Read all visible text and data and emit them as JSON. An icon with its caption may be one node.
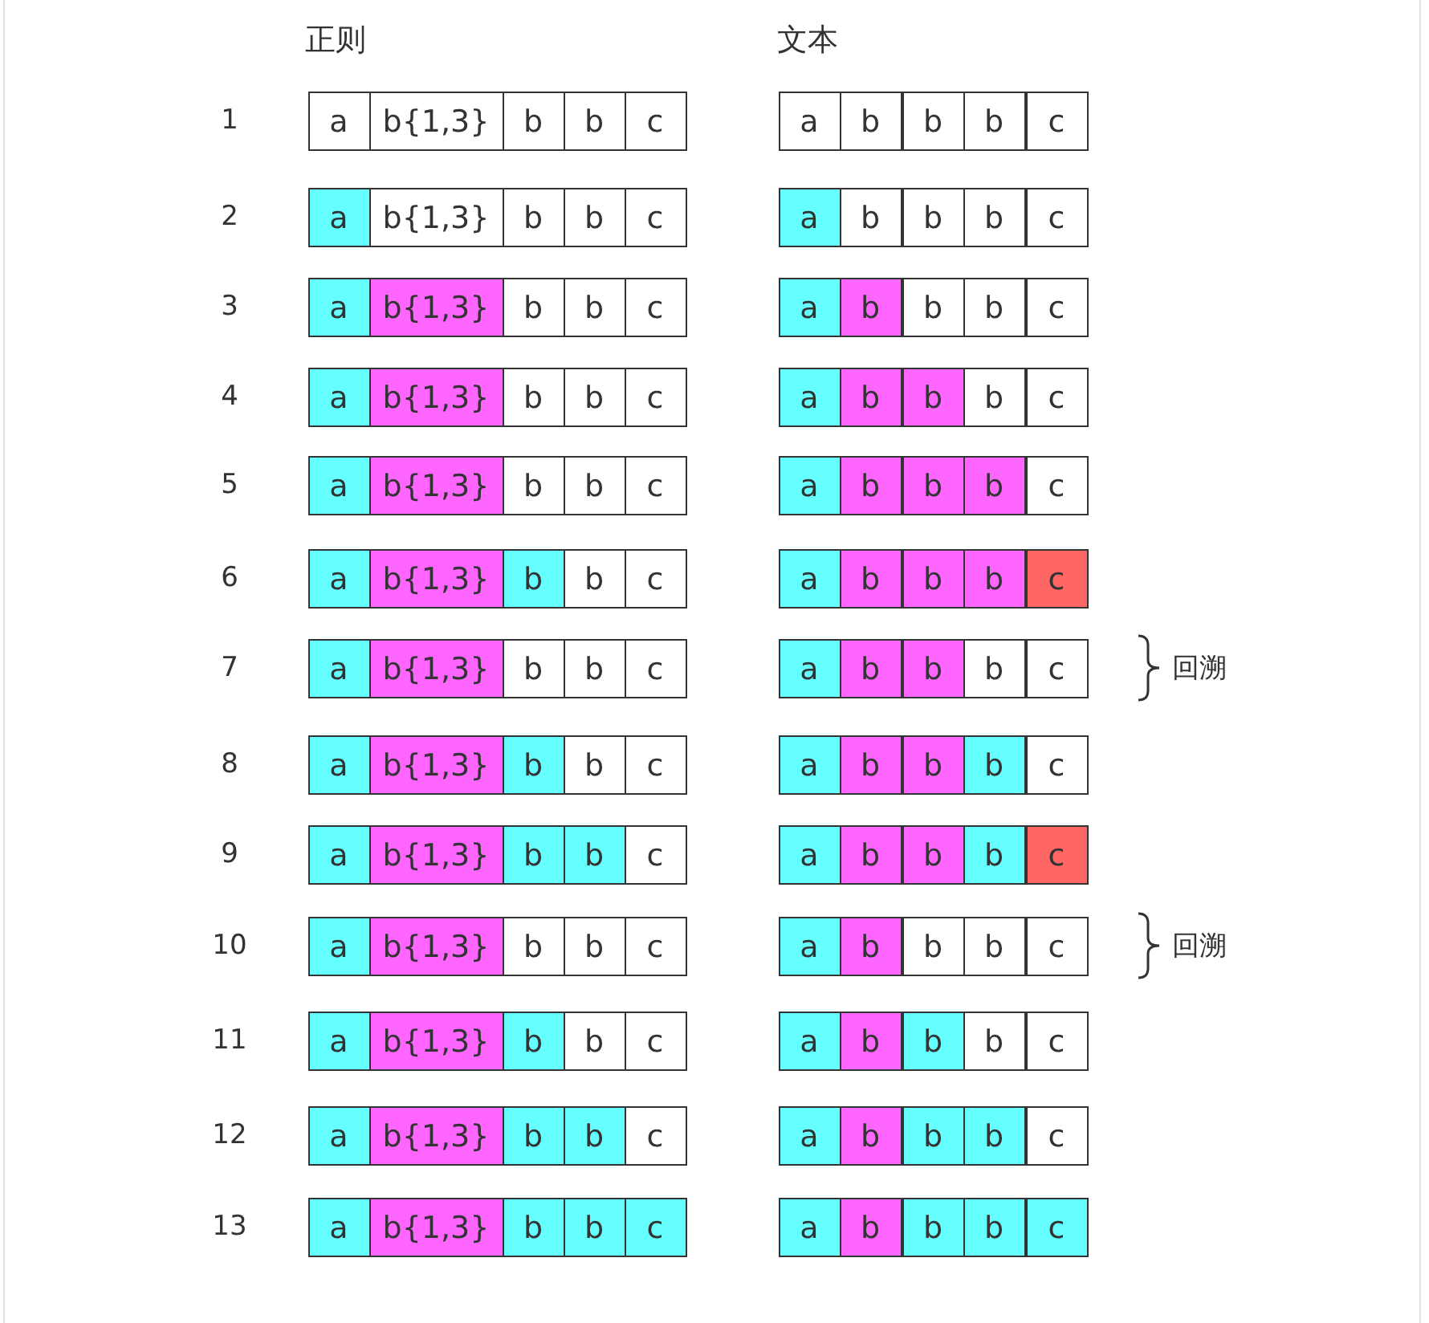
{
  "diagram": {
    "nodes": [
      {
        "text": [
          "a"
        ]
      },
      {
        "text": [
          "b{1,3}"
        ]
      },
      {
        "text": [
          "b"
        ]
      },
      {
        "text": [
          "b"
        ]
      },
      {
        "text": [
          "c"
        ]
      },
      {
        "text": [
          "a"
        ]
      },
      {
        "text": [
          "b"
        ]
      },
      {
        "text": [
          "b"
        ]
      },
      {
        "text": [
          "b"
        ]
      },
      {
        "text": [
          "c"
        ]
      },
      {
        "text": [
          "a"
        ]
      },
      {
        "text": [
          "b{1,3}"
        ]
      },
      {
        "text": [
          "b"
        ]
      },
      {
        "text": [
          "b"
        ]
      },
      {
        "text": [
          "c"
        ]
      },
      {
        "text": [
          "a"
        ]
      },
      {
        "text": [
          "b"
        ]
      },
      {
        "text": [
          "b"
        ]
      },
      {
        "text": [
          "b"
        ]
      },
      {
        "text": [
          "c"
        ]
      },
      {
        "text": [
          "a"
        ]
      },
      {
        "text": [
          "b{1,3}"
        ]
      },
      {
        "text": [
          "b"
        ]
      },
      {
        "text": [
          "b"
        ]
      },
      {
        "text": [
          "c"
        ]
      },
      {
        "text": [
          "a"
        ]
      },
      {
        "text": [
          "b"
        ]
      },
      {
        "text": [
          "b"
        ]
      },
      {
        "text": [
          "b"
        ]
      },
      {
        "text": [
          "c"
        ]
      },
      {
        "text": [
          "a"
        ]
      },
      {
        "text": [
          "b{1,3}"
        ]
      },
      {
        "text": [
          "b"
        ]
      },
      {
        "text": [
          "b"
        ]
      },
      {
        "text": [
          "c"
        ]
      },
      {
        "text": [
          "a"
        ]
      },
      {
        "text": [
          "b"
        ]
      },
      {
        "text": [
          "b"
        ]
      },
      {
        "text": [
          "b"
        ]
      },
      {
        "text": [
          "c"
        ]
      },
      {
        "text": [
          "a"
        ]
      },
      {
        "text": [
          "b{1,3}"
        ]
      },
      {
        "text": [
          "b"
        ]
      },
      {
        "text": [
          "b"
        ]
      },
      {
        "text": [
          "c"
        ]
      },
      {
        "text": [
          "a"
        ]
      },
      {
        "text": [
          "b"
        ]
      },
      {
        "text": [
          "b"
        ]
      },
      {
        "text": [
          "b"
        ]
      },
      {
        "text": [
          "c"
        ]
      },
      {
        "text": [
          "a"
        ]
      },
      {
        "text": [
          "b{1,3}"
        ]
      },
      {
        "text": [
          "b"
        ]
      },
      {
        "text": [
          "b"
        ]
      },
      {
        "text": [
          "c"
        ]
      },
      {
        "text": [
          "a"
        ]
      },
      {
        "text": [
          "b"
        ]
      },
      {
        "text": [
          "b"
        ]
      },
      {
        "text": [
          "b"
        ]
      },
      {
        "text": [
          "c"
        ]
      },
      {
        "text": [
          "a"
        ]
      },
      {
        "text": [
          "b{1,3}"
        ]
      },
      {
        "text": [
          "b"
        ]
      },
      {
        "text": [
          "b"
        ]
      },
      {
        "text": [
          "c"
        ]
      },
      {
        "text": [
          "a"
        ]
      },
      {
        "text": [
          "b"
        ]
      },
      {
        "text": [
          "b"
        ]
      },
      {
        "text": [
          "b"
        ]
      },
      {
        "text": [
          "c"
        ]
      },
      {
        "text": [
          "a"
        ]
      },
      {
        "text": [
          "b{1,3}"
        ]
      },
      {
        "text": [
          "b"
        ]
      },
      {
        "text": [
          "b"
        ]
      },
      {
        "text": [
          "c"
        ]
      },
      {
        "text": [
          "a"
        ]
      },
      {
        "text": [
          "b"
        ]
      },
      {
        "text": [
          "b"
        ]
      },
      {
        "text": [
          "b"
        ]
      },
      {
        "text": [
          "c"
        ]
      },
      {
        "text": [
          "a"
        ]
      },
      {
        "text": [
          "b{1,3}"
        ]
      },
      {
        "text": [
          "b"
        ]
      },
      {
        "text": [
          "b"
        ]
      },
      {
        "text": [
          "c"
        ]
      },
      {
        "text": [
          "a"
        ]
      },
      {
        "text": [
          "b"
        ]
      },
      {
        "text": [
          "b"
        ]
      },
      {
        "text": [
          "b"
        ]
      },
      {
        "text": [
          "c"
        ]
      },
      {
        "text": [
          "a"
        ]
      },
      {
        "text": [
          "b{1,3}"
        ]
      },
      {
        "text": [
          "b"
        ]
      },
      {
        "text": [
          "b"
        ]
      },
      {
        "text": [
          "c"
        ]
      },
      {
        "text": [
          "a"
        ]
      },
      {
        "text": [
          "b"
        ]
      },
      {
        "text": [
          "b"
        ]
      },
      {
        "text": [
          "b"
        ]
      },
      {
        "text": [
          "c"
        ]
      },
      {
        "text": [
          "a"
        ]
      },
      {
        "text": [
          "b{1,3}"
        ]
      },
      {
        "text": [
          "b"
        ]
      },
      {
        "text": [
          "b"
        ]
      },
      {
        "text": [
          "c"
        ]
      },
      {
        "text": [
          "a"
        ]
      },
      {
        "text": [
          "b"
        ]
      },
      {
        "text": [
          "b"
        ]
      },
      {
        "text": [
          "b"
        ]
      },
      {
        "text": [
          "c"
        ]
      },
      {
        "text": [
          "a"
        ]
      },
      {
        "text": [
          "b{1,3}"
        ]
      },
      {
        "text": [
          "b"
        ]
      },
      {
        "text": [
          "b"
        ]
      },
      {
        "text": [
          "c"
        ]
      },
      {
        "text": [
          "a"
        ]
      },
      {
        "text": [
          "b"
        ]
      },
      {
        "text": [
          "b"
        ]
      },
      {
        "text": [
          "b"
        ]
      },
      {
        "text": [
          "c"
        ]
      },
      {
        "text": [
          "a"
        ]
      },
      {
        "text": [
          "b{1,3}"
        ]
      },
      {
        "text": [
          "b"
        ]
      },
      {
        "text": [
          "b"
        ]
      },
      {
        "text": [
          "c"
        ]
      },
      {
        "text": [
          "a"
        ]
      },
      {
        "text": [
          "b"
        ]
      },
      {
        "text": [
          "b"
        ]
      },
      {
        "text": [
          "b"
        ]
      },
      {
        "text": [
          "c"
        ]
      }
    ],
    "labels": [
      "正则",
      "文本",
      "1",
      "2",
      "3",
      "4",
      "5",
      "6",
      "7",
      "回溯",
      "8",
      "9",
      "10",
      "回溯",
      "11",
      "12",
      "13"
    ]
  }
}
